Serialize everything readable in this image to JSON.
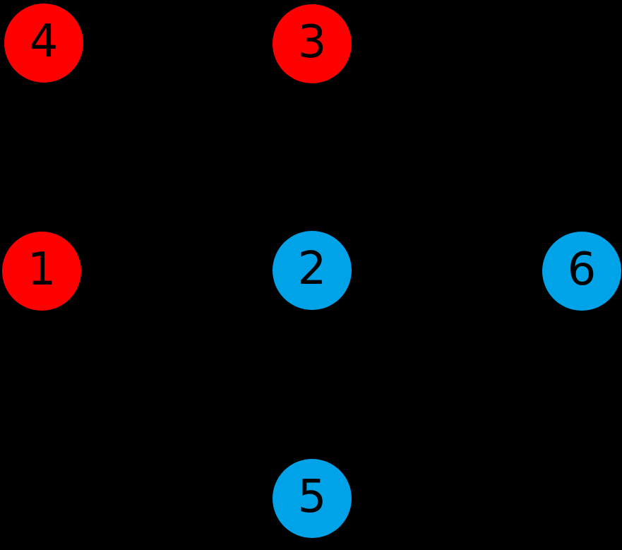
{
  "canvas": {
    "background": "#000000"
  },
  "graph": {
    "label_color": "#000000",
    "group_colors": {
      "red": "#ff0000",
      "blue": "#00a2e8"
    },
    "nodes": [
      {
        "id": "4",
        "label": "4",
        "group": "red",
        "color": "#ff0000"
      },
      {
        "id": "3",
        "label": "3",
        "group": "red",
        "color": "#ff0000"
      },
      {
        "id": "1",
        "label": "1",
        "group": "red",
        "color": "#ff0000"
      },
      {
        "id": "2",
        "label": "2",
        "group": "blue",
        "color": "#00a2e8"
      },
      {
        "id": "6",
        "label": "6",
        "group": "blue",
        "color": "#00a2e8"
      },
      {
        "id": "5",
        "label": "5",
        "group": "blue",
        "color": "#00a2e8"
      }
    ]
  }
}
